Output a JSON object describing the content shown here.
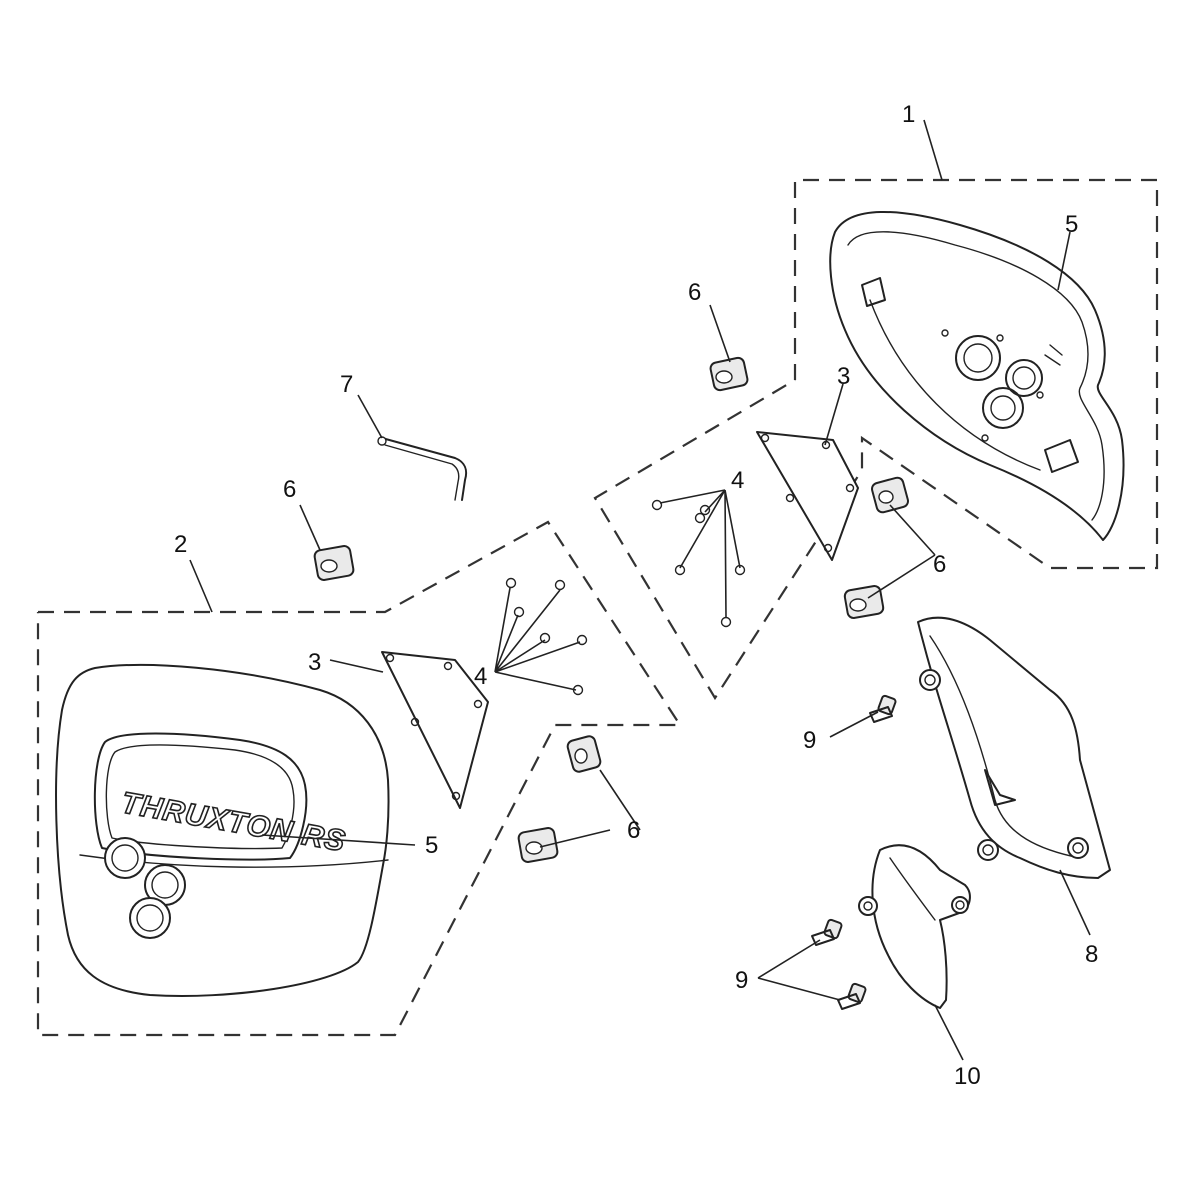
{
  "diagram": {
    "callouts": [
      "1",
      "5",
      "6",
      "3",
      "4",
      "7",
      "6",
      "2",
      "6",
      "3",
      "4",
      "9",
      "5",
      "6",
      "8",
      "9",
      "10"
    ],
    "logo": {
      "text": "THRUXTON RS"
    },
    "colors": {
      "line": "#222222",
      "background": "#ffffff"
    }
  }
}
